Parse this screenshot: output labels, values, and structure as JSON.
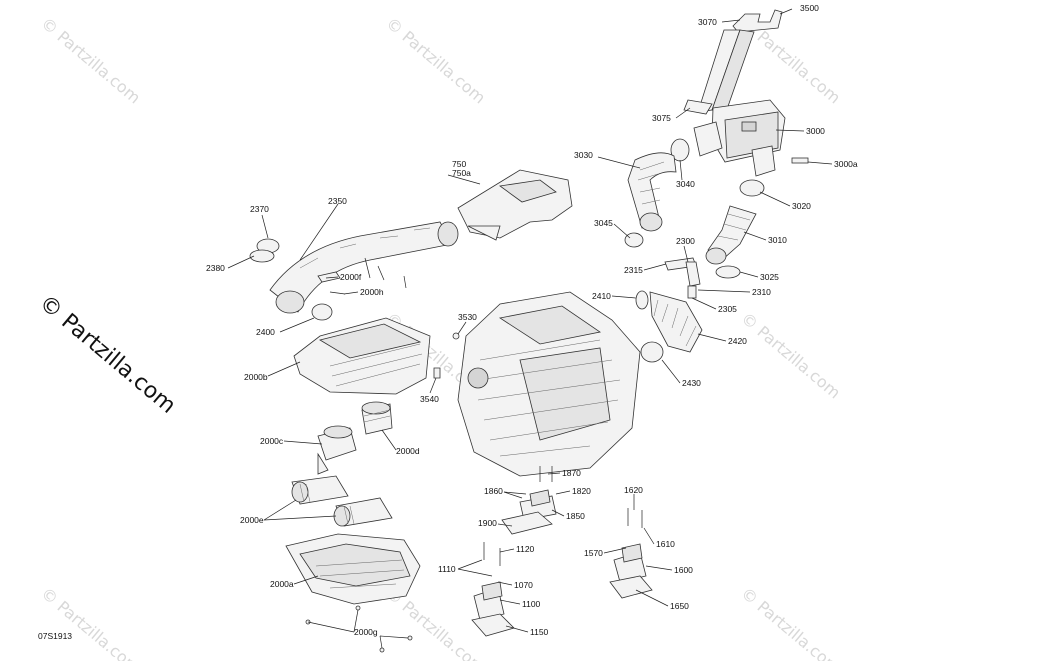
{
  "watermark_text": "© Partzilla.com",
  "side_watermark_text": "© Partzilla.com",
  "diagram_code": "07S1913",
  "callouts": {
    "c3500": "3500",
    "c3070": "3070",
    "c3075": "3075",
    "c3000": "3000",
    "c3000a": "3000a",
    "c3030": "3030",
    "c3040": "3040",
    "c3020": "3020",
    "c3045": "3045",
    "c3010": "3010",
    "c2300": "2300",
    "c2315": "2315",
    "c3025": "3025",
    "c2310": "2310",
    "c2410": "2410",
    "c2305": "2305",
    "c2420": "2420",
    "c2430": "2430",
    "c750": "750",
    "c750a": "750a",
    "c2350": "2350",
    "c2370": "2370",
    "c2380": "2380",
    "c2000f": "2000f",
    "c2000h": "2000h",
    "c2400": "2400",
    "c3530": "3530",
    "c3540": "3540",
    "c2000b": "2000b",
    "c2000c": "2000c",
    "c2000d": "2000d",
    "c2000e": "2000e",
    "c2000a": "2000a",
    "c2000g": "2000g",
    "c1870": "1870",
    "c1860": "1860",
    "c1820": "1820",
    "c1850": "1850",
    "c1900": "1900",
    "c1120": "1120",
    "c1110": "1110",
    "c1070": "1070",
    "c1100": "1100",
    "c1150": "1150",
    "c1620": "1620",
    "c1610": "1610",
    "c1570": "1570",
    "c1600": "1600",
    "c1650": "1650"
  }
}
